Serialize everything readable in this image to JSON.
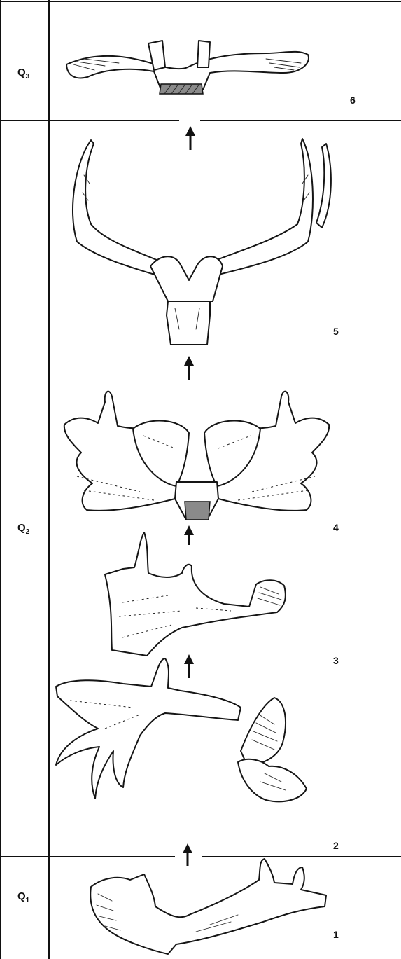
{
  "periods": [
    {
      "base": "Q",
      "sub": "3"
    },
    {
      "base": "Q",
      "sub": "2"
    },
    {
      "base": "Q",
      "sub": "1"
    }
  ],
  "specimens": [
    "6",
    "5",
    "4",
    "3",
    "2",
    "1"
  ]
}
